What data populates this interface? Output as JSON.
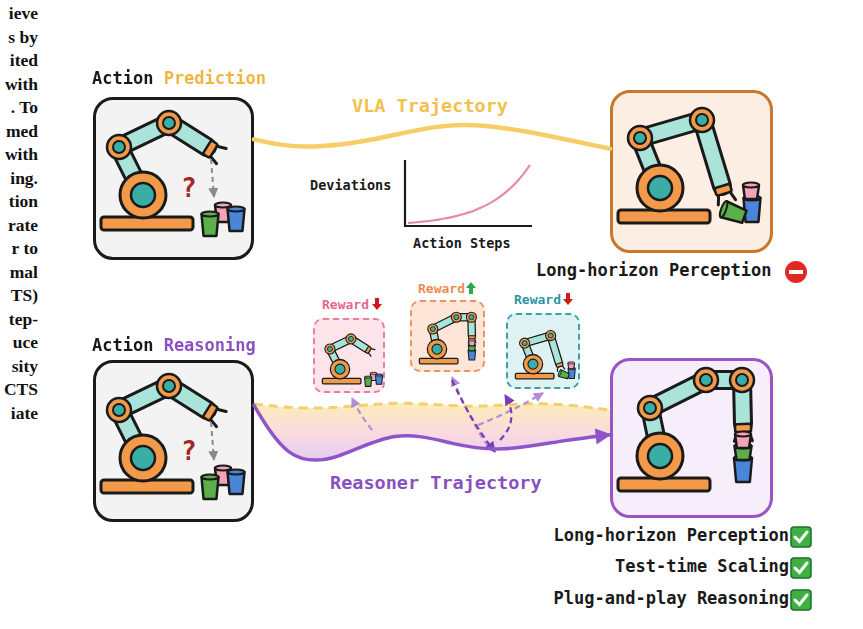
{
  "diagram": {
    "nodes": [
      {
        "text": [
          "Action Prediction",
          "?"
        ]
      },
      {
        "text": [
          "Long-horizon Perception"
        ]
      },
      {
        "text": [
          "Action Reasoning",
          "?"
        ]
      },
      {
        "text": [
          "Reward"
        ]
      },
      {
        "text": [
          "Reward"
        ]
      },
      {
        "text": [
          "Reward"
        ]
      },
      {
        "text": [
          "Long-horizon Perception",
          "Test-time Scaling",
          "Plug-and-play Reasoning"
        ]
      }
    ],
    "edges": [
      {
        "from": 0,
        "to": 1,
        "arrow": "none",
        "label": "VLA Trajectory"
      },
      {
        "from": 2,
        "to": 6,
        "arrow": "to",
        "label": "Reasoner Trajectory"
      }
    ],
    "labels": [
      "ieve",
      "s by",
      "ited",
      "with",
      ". To",
      "med",
      "with",
      "ing.",
      "tion",
      "rate",
      "r to",
      "mal",
      "TS)",
      "tep-",
      "uce",
      "sity",
      "CTS",
      "iate",
      "Deviations",
      "Action Steps"
    ]
  }
}
